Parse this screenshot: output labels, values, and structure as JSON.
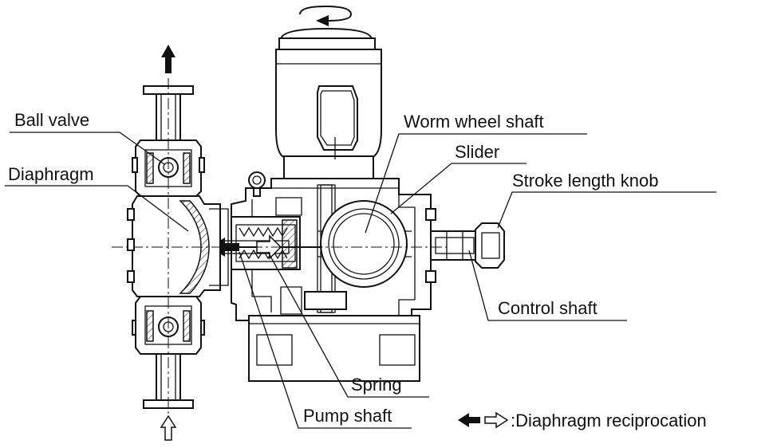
{
  "labels": {
    "ball_valve": "Ball valve",
    "diaphragm": "Diaphragm",
    "worm_wheel_shaft": "Worm wheel shaft",
    "slider": "Slider",
    "stroke_length_knob": "Stroke length knob",
    "control_shaft": "Control shaft",
    "spring": "Spring",
    "pump_shaft": "Pump shaft"
  },
  "legend": {
    "text": ":Diaphragm reciprocation"
  },
  "colors": {
    "line": "#111111",
    "background": "#ffffff"
  },
  "icons": [
    "rotation-arrow-icon",
    "outflow-arrow-icon",
    "inflow-arrow-icon",
    "solid-left-arrow-icon",
    "hollow-right-arrow-icon"
  ]
}
